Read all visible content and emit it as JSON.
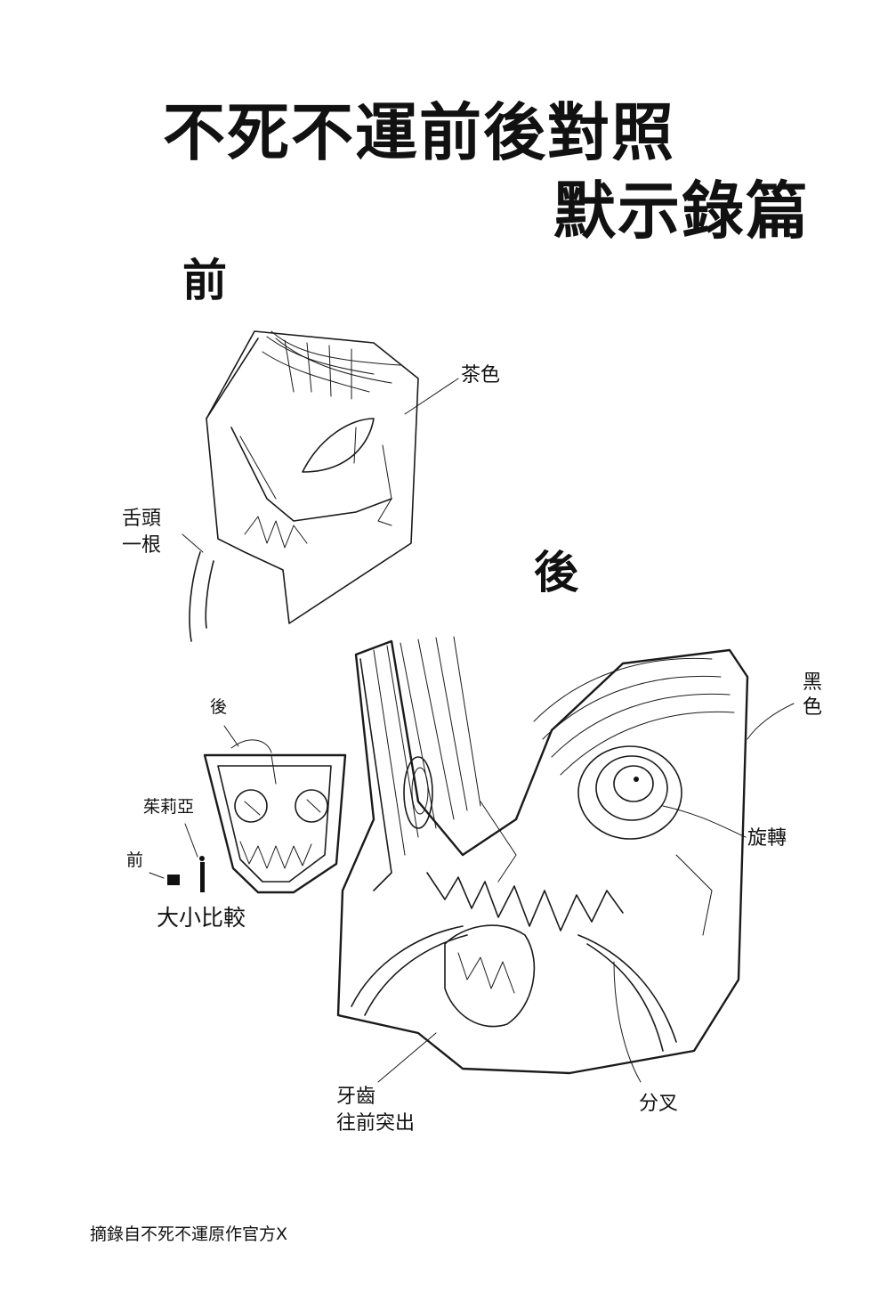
{
  "title": {
    "line1": "不死不運前後對照",
    "line2": "默示錄篇"
  },
  "sections": {
    "before": "前",
    "after": "後"
  },
  "labels": {
    "brown": "茶色",
    "tongue_line1": "舌頭",
    "tongue_line2": "一根",
    "black_line1": "黑",
    "black_line2": "色",
    "rotate": "旋轉",
    "teeth_line1": "牙齒",
    "teeth_line2": "往前突出",
    "fork": "分叉"
  },
  "size_compare": {
    "after": "後",
    "julia": "茱莉亞",
    "before": "前",
    "caption": "大小比較"
  },
  "footer": {
    "source": "摘錄自不死不運原作官方X"
  }
}
